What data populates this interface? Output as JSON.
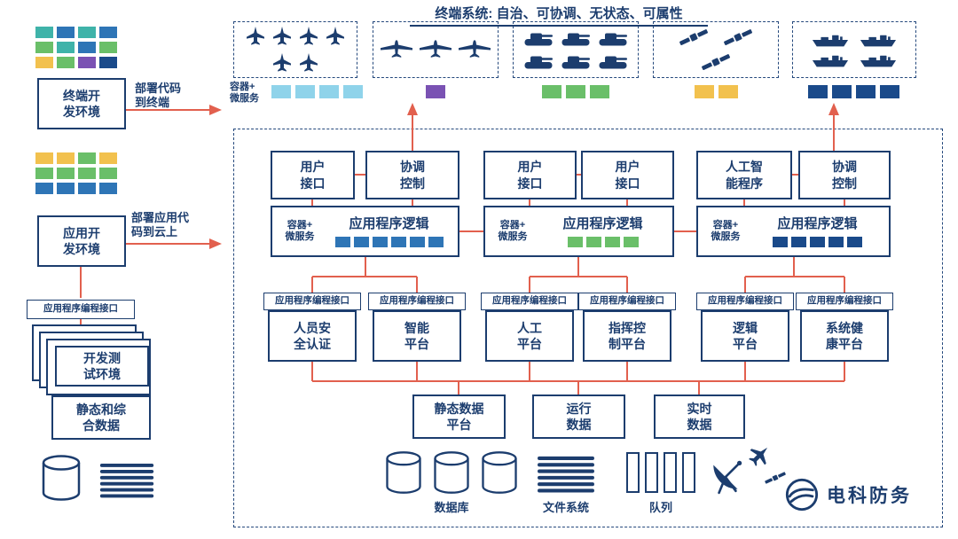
{
  "colors": {
    "navy": "#1c3d6e",
    "red": "#e2604e",
    "lightblue": "#8fd3ea",
    "blue": "#2e75b6",
    "darkblue": "#1a4a8a",
    "teal": "#3fb3a9",
    "green": "#6abf69",
    "yellow": "#f2c14e",
    "purple": "#7a52b3"
  },
  "header": {
    "title": "终端系统: 自治、可协调、无状态、可属性"
  },
  "left": {
    "terminal_env": {
      "label": "终端开\n发环境",
      "deploy_label": "部署代码\n到终端",
      "grid": [
        "teal",
        "blue",
        "teal",
        "blue",
        "green",
        "teal",
        "blue",
        "green",
        "yellow",
        "green",
        "purple",
        "darkblue"
      ]
    },
    "app_env": {
      "label": "应用开\n发环境",
      "deploy_label": "部署应用代\n码到云上",
      "grid": [
        "yellow",
        "yellow",
        "green",
        "yellow",
        "green",
        "green",
        "green",
        "green",
        "blue",
        "blue",
        "blue",
        "blue"
      ]
    },
    "api_label": "应用程序编程接口",
    "dev_test_label": "开发测\n试环境",
    "static_data_label": "静态和综\n合数据"
  },
  "terminal_strip": {
    "container_label": "容器+\n微服务",
    "groups": [
      {
        "name": "fighter-jets",
        "count": 6,
        "squares": [
          "lightblue",
          "lightblue",
          "lightblue",
          "lightblue"
        ]
      },
      {
        "name": "drones",
        "count": 3,
        "squares": [
          "purple"
        ]
      },
      {
        "name": "tanks",
        "count": 6,
        "squares": [
          "green",
          "green",
          "green"
        ]
      },
      {
        "name": "satellites",
        "count": 3,
        "squares": [
          "yellow",
          "yellow"
        ]
      },
      {
        "name": "ships",
        "count": 4,
        "squares": [
          "darkblue",
          "darkblue",
          "darkblue",
          "darkblue"
        ]
      }
    ]
  },
  "cloud": {
    "ui_row": [
      {
        "label": "用户\n接口"
      },
      {
        "label": "协调\n控制"
      },
      {
        "label": "用户\n接口"
      },
      {
        "label": "用户\n接口"
      },
      {
        "label": "人工智\n能程序"
      },
      {
        "label": "协调\n控制"
      }
    ],
    "logic_row": [
      {
        "container_label": "容器+\n微服务",
        "title": "应用程序逻辑",
        "squares": [
          "blue",
          "blue",
          "blue",
          "blue",
          "blue",
          "blue"
        ]
      },
      {
        "container_label": "容器+\n微服务",
        "title": "应用程序逻辑",
        "squares": [
          "green",
          "green",
          "green",
          "green"
        ]
      },
      {
        "container_label": "容器+\n微服务",
        "title": "应用程序逻辑",
        "squares": [
          "darkblue",
          "darkblue",
          "darkblue",
          "darkblue",
          "darkblue"
        ]
      }
    ],
    "api_label": "应用程序编程接口",
    "platforms": [
      "人员安\n全认证",
      "智能\n平台",
      "人工\n平台",
      "指挥控\n制平台",
      "逻辑\n平台",
      "系统健\n康平台"
    ],
    "data_boxes": [
      "静态数据\n平台",
      "运行\n数据",
      "实时\n数据"
    ],
    "storage": {
      "database": "数据库",
      "filesystem": "文件系统",
      "queue": "队列"
    }
  },
  "logo": {
    "text": "电科防务"
  }
}
